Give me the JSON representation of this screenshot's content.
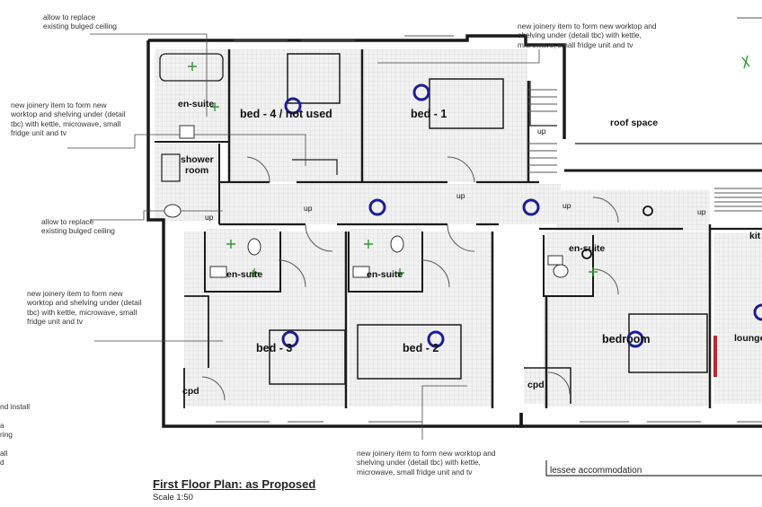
{
  "notes": {
    "ceiling_top": "allow to replace\nexisting bulged ceiling",
    "joinery_left_top": "new joinery item to form new\nworktop and shelving under (detail\ntbc) with kettle, microwave, small\nfridge unit and tv",
    "ceiling_mid": "allow to replace\nexisting bulged ceiling",
    "joinery_left_bottom": "new joinery item to form new\nworktop and shelving under (detail\ntbc) with kettle, microwave, small\nfridge unit and tv",
    "joinery_top_right": "new joinery item to form new worktop and\nshelving under (detail tbc) with kettle,\nmicrowave, small fridge unit and tv",
    "joinery_bottom": "new joinery item to form new worktop and\nshelving under (detail tbc) with kettle,\nmicrowave, small fridge unit and tv",
    "edge_fragment": "nd install\n\na\nring\n\nall\nd"
  },
  "rooms": {
    "bed4": "bed - 4 / not used",
    "bed1": "bed - 1",
    "roof_space": "roof space",
    "ensuite_top": "en-suite",
    "shower_line1": "shower",
    "shower_line2": "room",
    "ensuite_3": "en-suite",
    "ensuite_2": "en-suite",
    "ensuite_right": "en-suite",
    "bed3": "bed - 3",
    "bed2": "bed - 2",
    "bedroom": "bedroom",
    "kitchen": "kit",
    "lounge": "lounge",
    "cpd_left": "cpd",
    "cpd_right": "cpd"
  },
  "stair_labels": [
    "up",
    "up",
    "up",
    "up",
    "up",
    "up"
  ],
  "title": "First Floor Plan: as Proposed",
  "scale": "Scale 1:50",
  "lessee": "lessee accommodation",
  "colors": {
    "wall": "#1a1a1a",
    "tile": "#e6e6e6",
    "marker_blue": "#1d1e8f",
    "fitting_green": "#2e9a2e",
    "accent_red": "#c0282a"
  }
}
